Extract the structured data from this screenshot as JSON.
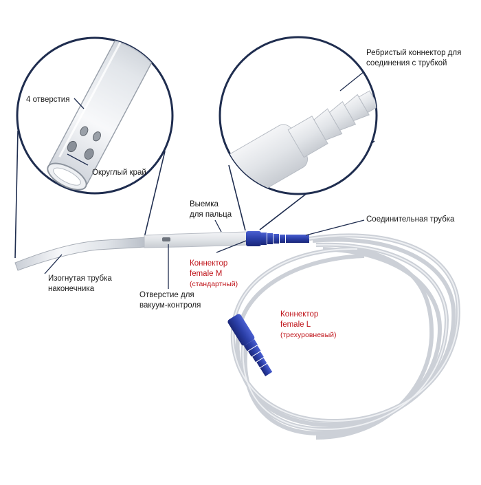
{
  "labels": {
    "holes": "4 отверстия",
    "round_edge": "Округлый край",
    "ribbed_connector": [
      "Ребристый коннектор для",
      "соединения с трубкой"
    ],
    "finger_notch": [
      "Выемка",
      "для пальца"
    ],
    "connecting_tube": "Соединительная трубка",
    "curved_tip": [
      "Изогнутая трубка",
      "наконечника"
    ],
    "vacuum_hole": [
      "Отверстие для",
      "вакуум-контроля"
    ],
    "connector_m": [
      "Коннектор",
      "female M"
    ],
    "connector_m_note": "(стандартный)",
    "connector_l": [
      "Коннектор",
      "female L"
    ],
    "connector_l_note": "(трехуровневый)"
  },
  "colors": {
    "callout_circle": "#1f2d4f",
    "leader_line": "#1f2d4f",
    "connector_blue": "#2b3fa8",
    "tube_clear": "#d9dde3",
    "handle": "#e3e6ea",
    "accent_red": "#c0161c"
  }
}
